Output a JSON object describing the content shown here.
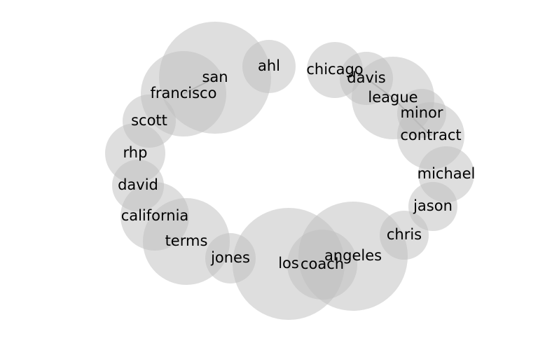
{
  "diagram": {
    "type": "word-bubble-ring",
    "bubble_color": "#bdbdbd",
    "edge_color": "#9e9e9e",
    "text_color": "#000000",
    "nodes": [
      {
        "id": "san",
        "label": "san"
      },
      {
        "id": "francisco",
        "label": "francisco"
      },
      {
        "id": "ahl",
        "label": "ahl"
      },
      {
        "id": "chicago",
        "label": "chicago"
      },
      {
        "id": "davis",
        "label": "davis"
      },
      {
        "id": "league",
        "label": "league"
      },
      {
        "id": "minor",
        "label": "minor"
      },
      {
        "id": "contract",
        "label": "contract"
      },
      {
        "id": "michael",
        "label": "michael"
      },
      {
        "id": "jason",
        "label": "jason"
      },
      {
        "id": "chris",
        "label": "chris"
      },
      {
        "id": "angeles",
        "label": "angeles"
      },
      {
        "id": "coach",
        "label": "coach"
      },
      {
        "id": "los",
        "label": "los"
      },
      {
        "id": "jones",
        "label": "jones"
      },
      {
        "id": "terms",
        "label": "terms"
      },
      {
        "id": "california",
        "label": "california"
      },
      {
        "id": "david",
        "label": "david"
      },
      {
        "id": "rhp",
        "label": "rhp"
      },
      {
        "id": "scott",
        "label": "scott"
      }
    ],
    "edges": [
      {
        "source": "san",
        "target": "francisco"
      },
      {
        "source": "davis",
        "target": "league"
      },
      {
        "source": "league",
        "target": "contract"
      }
    ]
  }
}
